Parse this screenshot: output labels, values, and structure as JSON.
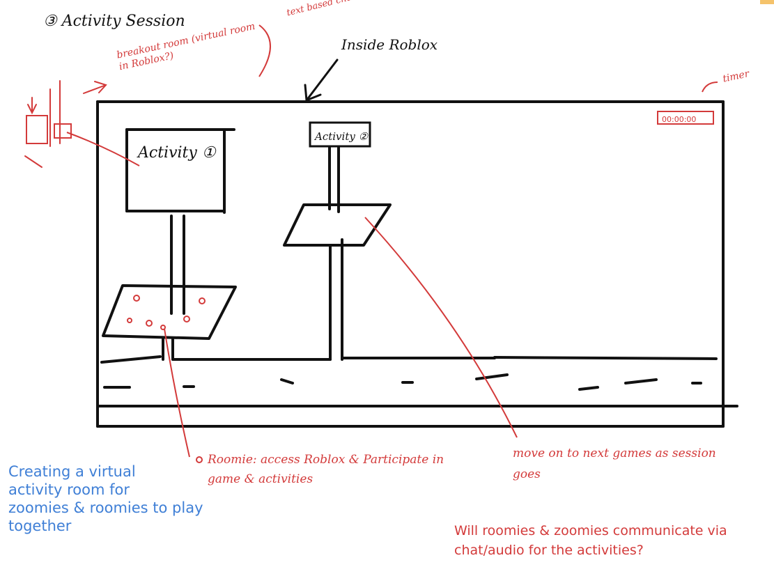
{
  "header": {
    "title": "③ Activity Session"
  },
  "frame_label": "Inside Roblox",
  "activity1_label": "Activity ①",
  "activity2_label": "Activity ②",
  "notes": {
    "breakout": "breakout room (virtual room in Roblox?)",
    "text_chat": "text based chat - options",
    "timer": "timer",
    "roomie": "Roomie: access Roblox & Participate in game & activities",
    "move_on": "move on to next games as session goes",
    "creating": "Creating a virtual\nactivity room for\nzoomies & roomies to play\ntogether",
    "communicate": "Will roomies & zoomies communicate via\nchat/audio for the activities?"
  },
  "colors": {
    "ink": "#111111",
    "red": "#d33a3a",
    "blue": "#3f7fd6",
    "accent": "#f5c36b"
  }
}
